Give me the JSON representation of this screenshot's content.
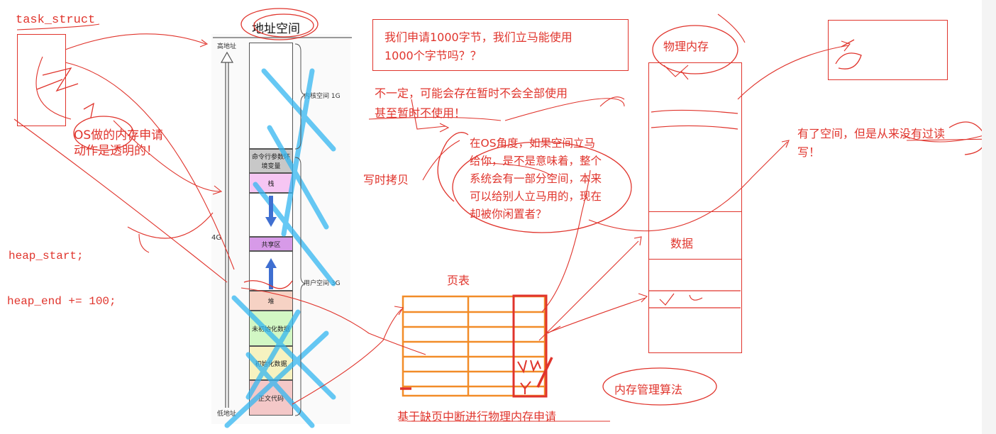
{
  "labels": {
    "task_struct": "task_struct",
    "os_note_1": "OS做的内存申请",
    "os_note_2": "动作是透明的！",
    "heap_start": "heap_start;",
    "heap_end": "heap_end += 100;",
    "addr_space_title": "地址空间",
    "high_addr": "高地址",
    "low_addr": "低地址",
    "kernel_space": "内核空间 1G",
    "user_space": "用户空间 3G",
    "four_g": "4G",
    "seg_args": "命令行参数环境变量",
    "seg_stack": "栈",
    "seg_shared": "共享区",
    "seg_heap": "堆",
    "seg_bss": "未初始化数据",
    "seg_data": "初始化数据",
    "seg_text": "正文代码",
    "question_1": "我们申请1000字节，我们立马能使用",
    "question_2": "1000个字节吗？？",
    "answer_1": "不一定，可能会存在暂时不会全部使用",
    "answer_2": "甚至暂时不使用！",
    "os_view_1": "在OS角度，如果空间立马",
    "os_view_2": "给你，是不是意味着，整个",
    "os_view_3": "系统会有一部分空间，本来",
    "os_view_4": "可以给别人立马用的，现在",
    "os_view_5": "却被你闲置者？",
    "copy_on_write": "写时拷贝",
    "page_table": "页表",
    "page_fault": "基于缺页中断进行物理内存申请",
    "phys_mem": "物理内存",
    "data": "数据",
    "never_rw_1": "有了空间，但是从来没有过读",
    "never_rw_2": "写！",
    "mem_algo": "内存管理算法"
  },
  "colors": {
    "ink": "#e0342c",
    "page_table_grid": "#f28c28",
    "watermark": "#33b5f0",
    "stack_fill": "#f6c6f3",
    "shared_fill": "#d79ae8",
    "heap_fill": "#f6d2c4",
    "bss_fill": "#d2f7c4",
    "data_fill": "#f6f2c0",
    "text_fill": "#f4c8c8",
    "args_fill": "#c8c8c8",
    "arrow_blue": "#3f6fd1"
  }
}
